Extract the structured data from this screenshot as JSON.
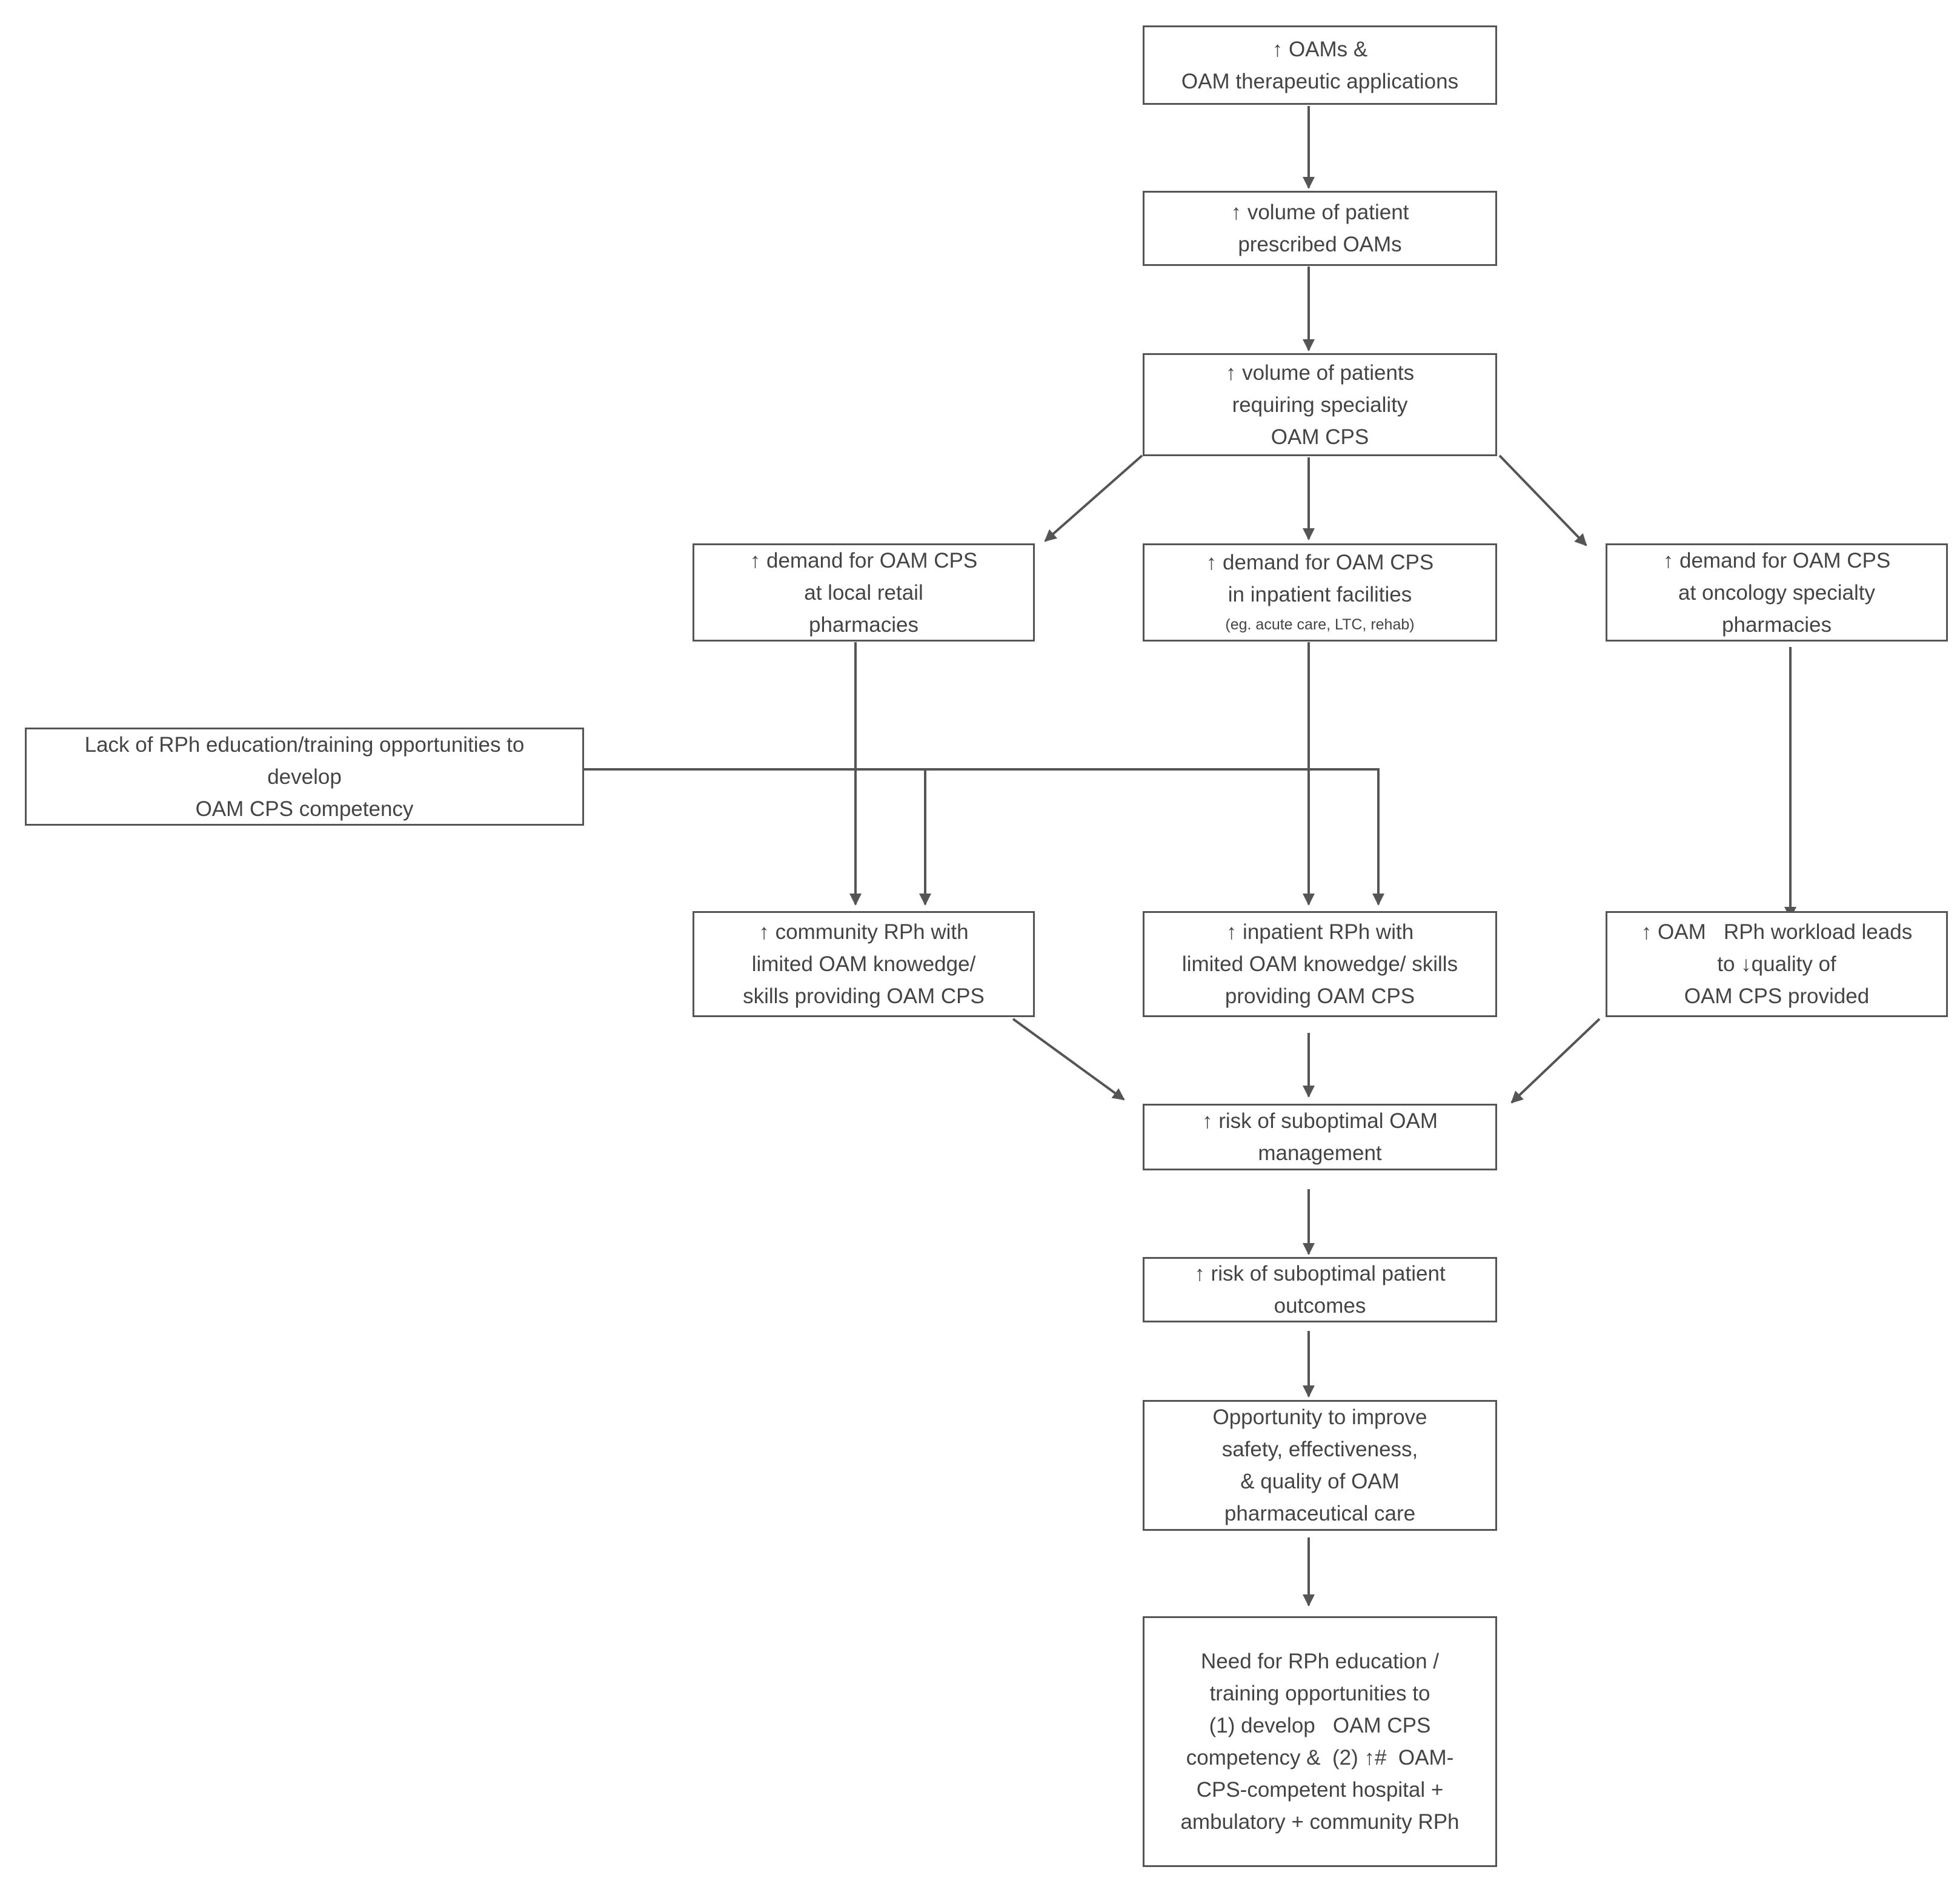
{
  "nodes": {
    "oams": {
      "lines": [
        "↑ OAMs &",
        "OAM therapeutic applications"
      ]
    },
    "volume_prescribed": {
      "lines": [
        "↑ volume of patient",
        "prescribed OAMs"
      ]
    },
    "volume_requiring": {
      "lines": [
        "↑ volume of patients",
        "requiring speciality",
        "OAM CPS"
      ]
    },
    "demand_retail": {
      "lines": [
        "↑ demand for OAM CPS",
        "at local retail",
        "pharmacies"
      ]
    },
    "demand_inpatient": {
      "lines": [
        "↑ demand for OAM CPS",
        "in inpatient facilities"
      ],
      "note": "(eg. acute care, LTC, rehab)"
    },
    "demand_oncology": {
      "lines": [
        "↑ demand for OAM CPS",
        "at oncology specialty",
        "pharmacies"
      ]
    },
    "lack_education": {
      "lines": [
        "Lack of RPh education/training  opportunities to",
        "develop",
        "OAM CPS competency"
      ]
    },
    "community_rph": {
      "lines": [
        "↑ community RPh with",
        "limited OAM knowedge/",
        "skills providing OAM CPS"
      ]
    },
    "inpatient_rph": {
      "lines": [
        "↑ inpatient RPh with",
        "limited OAM knowedge/ skills",
        "providing OAM CPS"
      ]
    },
    "workload": {
      "lines": [
        "↑ OAM   RPh workload leads",
        "to ↓quality of",
        "OAM CPS provided"
      ]
    },
    "risk_management": {
      "lines": [
        "↑ risk of suboptimal OAM",
        "management"
      ]
    },
    "risk_outcomes": {
      "lines": [
        "↑ risk of suboptimal patient",
        "outcomes"
      ]
    },
    "opportunity": {
      "lines": [
        "Opportunity to improve",
        "safety, effectiveness,",
        "& quality of OAM",
        "pharmaceutical care"
      ]
    },
    "need": {
      "lines": [
        "Need for RPh education /",
        "training opportunities to",
        "(1) develop   OAM CPS",
        "competency &  (2) ↑#  OAM-",
        "CPS-competent hospital +",
        "ambulatory + community RPh"
      ]
    }
  }
}
